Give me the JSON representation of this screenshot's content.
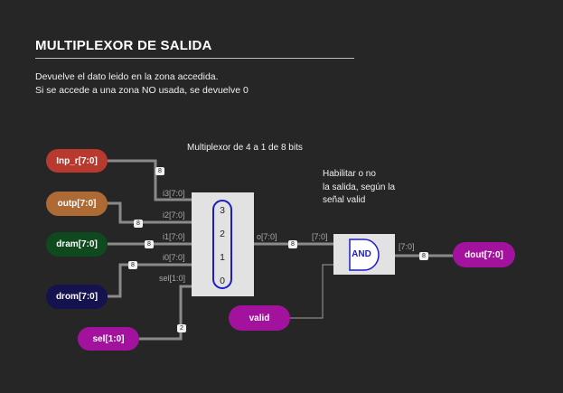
{
  "title": "MULTIPLEXOR DE SALIDA",
  "description": [
    "Devuelve el dato leido en la zona accedida.",
    "Si se accede a una zona NO usada, se devuelve 0"
  ],
  "mux": {
    "title": "Multiplexor de 4 a 1 de 8 bits",
    "numbers": [
      "3",
      "2",
      "1",
      "0"
    ],
    "ports_in": [
      "i3[7:0]",
      "i2[7:0]",
      "i1[7:0]",
      "i0[7:0]",
      "sel[1:0]"
    ],
    "port_out": "o[7:0]"
  },
  "note": [
    "Habilitar o no",
    "la salida, según la",
    "señal valid"
  ],
  "inputs": {
    "inp_r": "Inp_r[7:0]",
    "outp": "outp[7:0]",
    "dram": "dram[7:0]",
    "drom": "drom[7:0]",
    "sel": "sel[1:0]",
    "valid": "valid"
  },
  "output": "dout[7:0]",
  "gate": {
    "label": "AND",
    "in_label": "[7:0]",
    "out_label": "[7:0]"
  },
  "badges": {
    "inp_r": "8",
    "outp": "8",
    "dram": "8",
    "drom": "8",
    "sel": "2",
    "mux_out": "8",
    "and_out": "8"
  },
  "colors": {
    "background": "#262626",
    "inp_r": "#b8392e",
    "outp": "#ad6a34",
    "dram": "#0e4a1d",
    "drom": "#14124f",
    "signal_magenta": "#a3129c",
    "block": "#e2e2e2",
    "mux_oval": "#1c1cc8",
    "wire": "#8a8a8a"
  }
}
